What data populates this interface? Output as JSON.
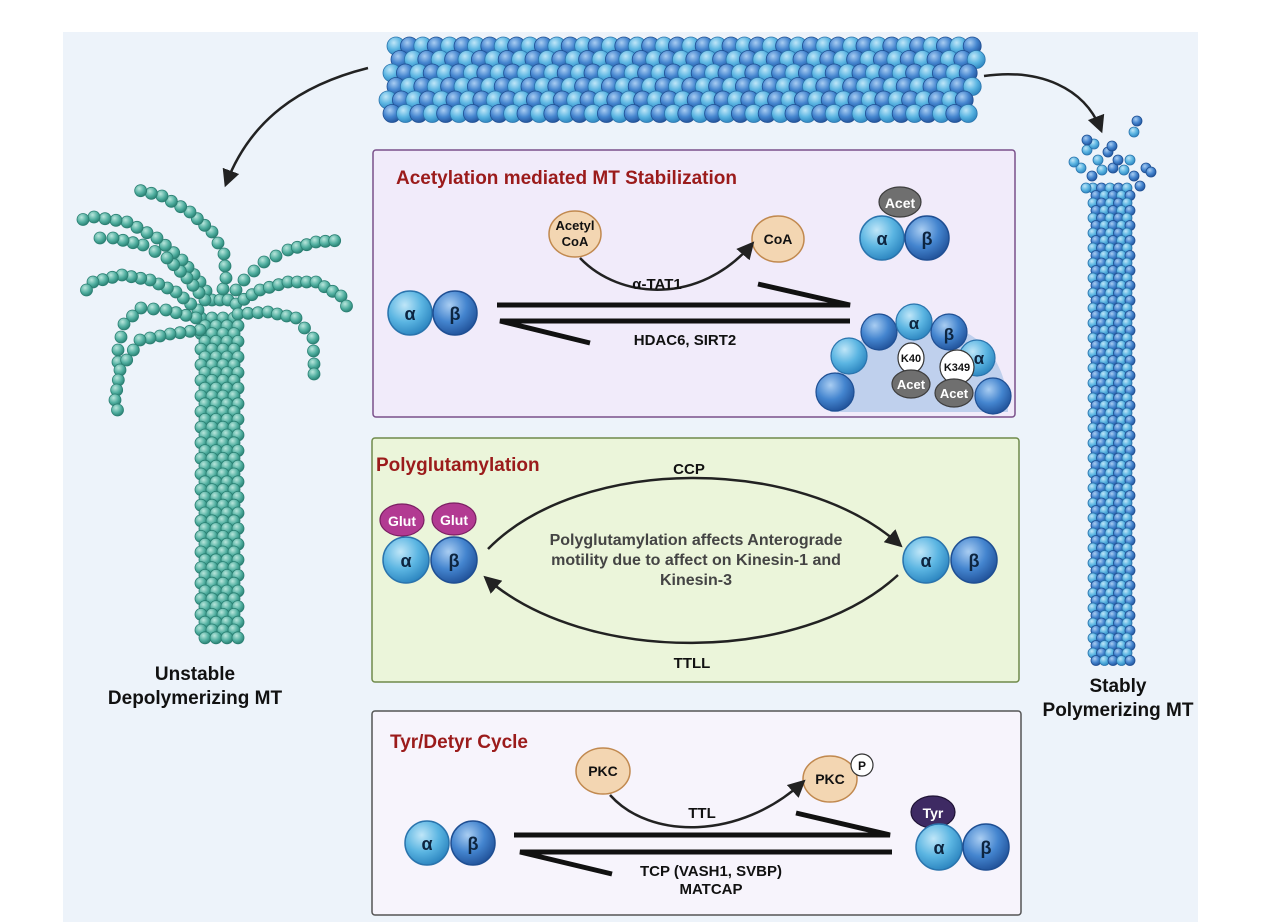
{
  "labels": {
    "unstable_line1": "Unstable",
    "unstable_line2": "Depolymerizing MT",
    "stable_line1": "Stably",
    "stable_line2": "Polymerizing MT"
  },
  "acetylation": {
    "title": "Acetylation mediated MT Stabilization",
    "alpha": "α",
    "beta": "β",
    "acetyl_coa_line1": "Acetyl",
    "acetyl_coa_line2": "CoA",
    "coa": "CoA",
    "forward_enzyme": "α-TAT1",
    "reverse_enzymes": "HDAC6, SIRT2",
    "acet": "Acet",
    "k40": "K40",
    "k349": "K349"
  },
  "polyglutamylation": {
    "title": "Polyglutamylation",
    "alpha": "α",
    "beta": "β",
    "glut": "Glut",
    "top_enzyme": "CCP",
    "bottom_enzyme": "TTLL",
    "note_line1": "Polyglutamylation affects Anterograde",
    "note_line2": "motility due to affect on Kinesin-1 and",
    "note_line3": "Kinesin-3"
  },
  "tyr_cycle": {
    "title": "Tyr/Detyr Cycle",
    "alpha": "α",
    "beta": "β",
    "pkc": "PKC",
    "phospho": "P",
    "forward_enzyme": "TTL",
    "reverse_line1": "TCP (VASH1, SVBP)",
    "reverse_line2": "MATCAP",
    "tyr": "Tyr"
  },
  "colors": {
    "title_red": "#9b1b1b",
    "alpha_blue": "#57b3e0",
    "beta_blue": "#3f82cc",
    "teal": "#4aa99a",
    "acet_box": "#f1ebfa",
    "glut_box": "#ebf5da",
    "tyr_box": "#f7f4fc",
    "glut_magenta": "#b23a92",
    "tyr_purple": "#3e2a63",
    "coa_tan": "#f3d6b2",
    "acet_gray": "#6f6f6f"
  }
}
